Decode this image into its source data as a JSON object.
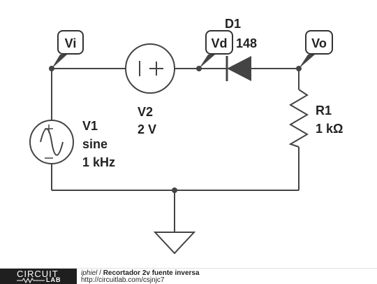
{
  "diagram": {
    "probes": {
      "vi": "Vi",
      "vd": "Vd",
      "vo": "Vo"
    },
    "v1": {
      "name": "V1",
      "type": "sine",
      "freq": "1 kHz"
    },
    "v2": {
      "name": "V2",
      "value": "2 V"
    },
    "d1": {
      "name": "D1",
      "part": "148"
    },
    "r1": {
      "name": "R1",
      "value": "1 kΩ"
    },
    "colors": {
      "wire": "#444444",
      "probe_border": "#333333",
      "ground": "#444444"
    }
  },
  "footer": {
    "logo_top": "CIRCUIT",
    "logo_bottom": "LAB",
    "author": "iphiel",
    "separator": " / ",
    "title": "Recortador 2v fuente inversa",
    "url": "http://circuitlab.com/csjnjc7"
  }
}
